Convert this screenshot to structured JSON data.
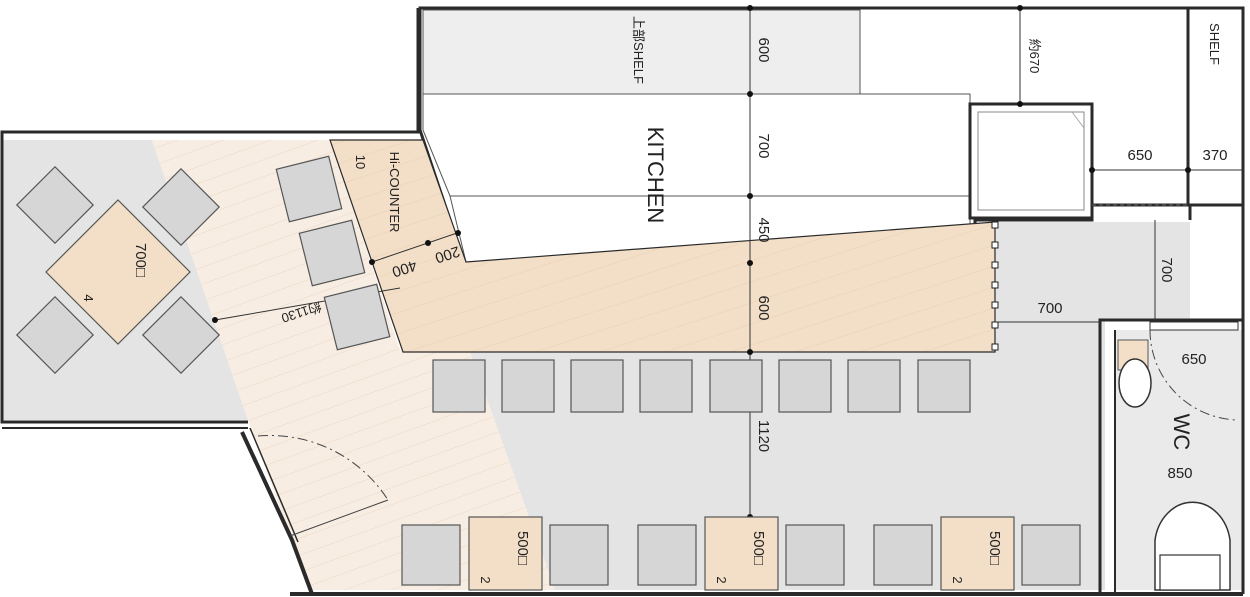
{
  "labels": {
    "upper_shelf": "上部SHELF",
    "kitchen": "KITCHEN",
    "shelf": "SHELF",
    "hi_counter": "Hi-COUNTER",
    "hi_counter_num": "10",
    "wc": "WC",
    "round_table_size": "700□",
    "round_table_seats": "4",
    "table_size": "500□",
    "table_seats": "2"
  },
  "dimensions": {
    "d600_top": "600",
    "d700_kitchen": "700",
    "d450": "450",
    "d600_counter": "600",
    "d1120": "1120",
    "approx_670": "約670",
    "d650": "650",
    "d370": "370",
    "d700_right": "700",
    "d700_horizontal": "700",
    "d200": "200",
    "d400": "400",
    "approx_1130": "約1130",
    "wc_650": "650",
    "wc_850": "850"
  },
  "colors": {
    "wood": "#f3dfc8",
    "floor": "#e4e4e4",
    "white": "#ffffff",
    "wall": "#2a2a2a",
    "stool": "#d6d6d6",
    "shelf": "#eeeeee"
  }
}
